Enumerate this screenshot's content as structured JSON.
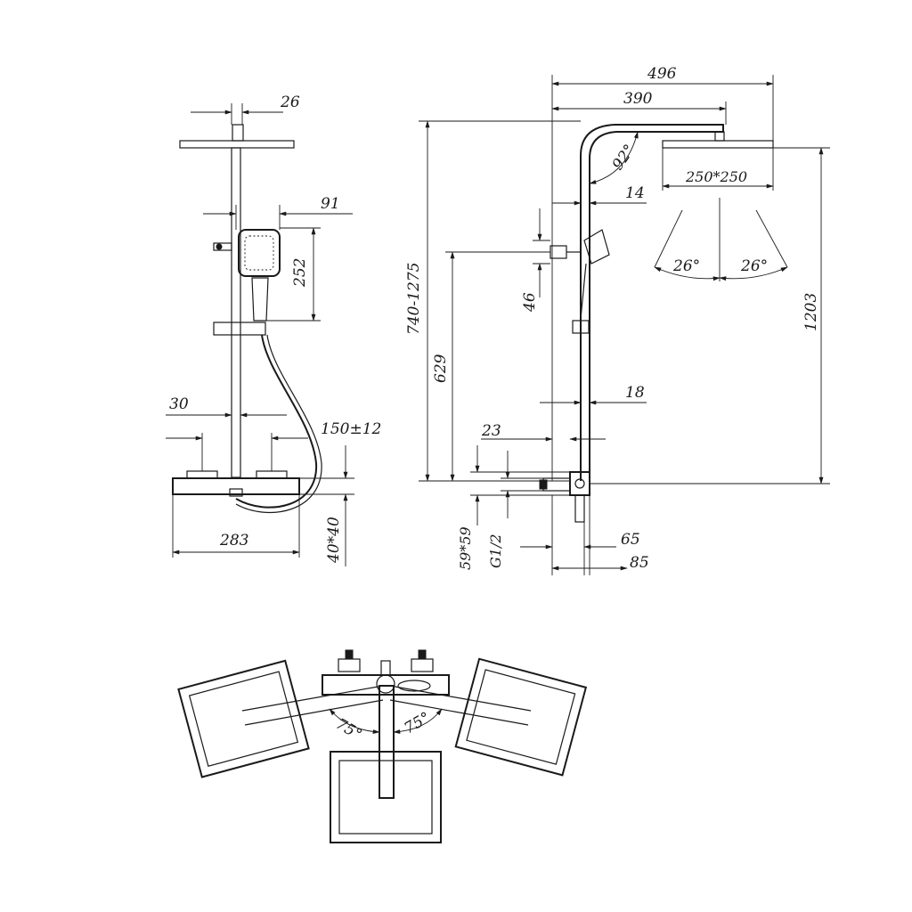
{
  "colors": {
    "ink": "#1a1a1a",
    "background": "#ffffff"
  },
  "front_view": {
    "dims": {
      "top_width": "26",
      "handshower_offset": "91",
      "handshower_height": "252",
      "bar_width": "30",
      "inlet_spacing": "150±12",
      "mixer_width": "283",
      "mixer_section": "40*40"
    }
  },
  "side_view": {
    "dims": {
      "overall_reach": "496",
      "arm_reach": "390",
      "arm_angle": "92°",
      "head_size": "250*250",
      "spray_angle_left": "26°",
      "spray_angle_right": "26°",
      "arm_tube": "14",
      "holder_height": "46",
      "height_range": "740-1275",
      "holder_to_mixer": "629",
      "head_height": "1203",
      "rail_tube": "18",
      "inlet_offset": "23",
      "mixer_depth": "59*59",
      "inlet_thread": "G1/2",
      "depth_65": "65",
      "depth_85": "85"
    }
  },
  "top_view": {
    "dims": {
      "swivel_left": "75°",
      "swivel_right": "75°"
    }
  }
}
